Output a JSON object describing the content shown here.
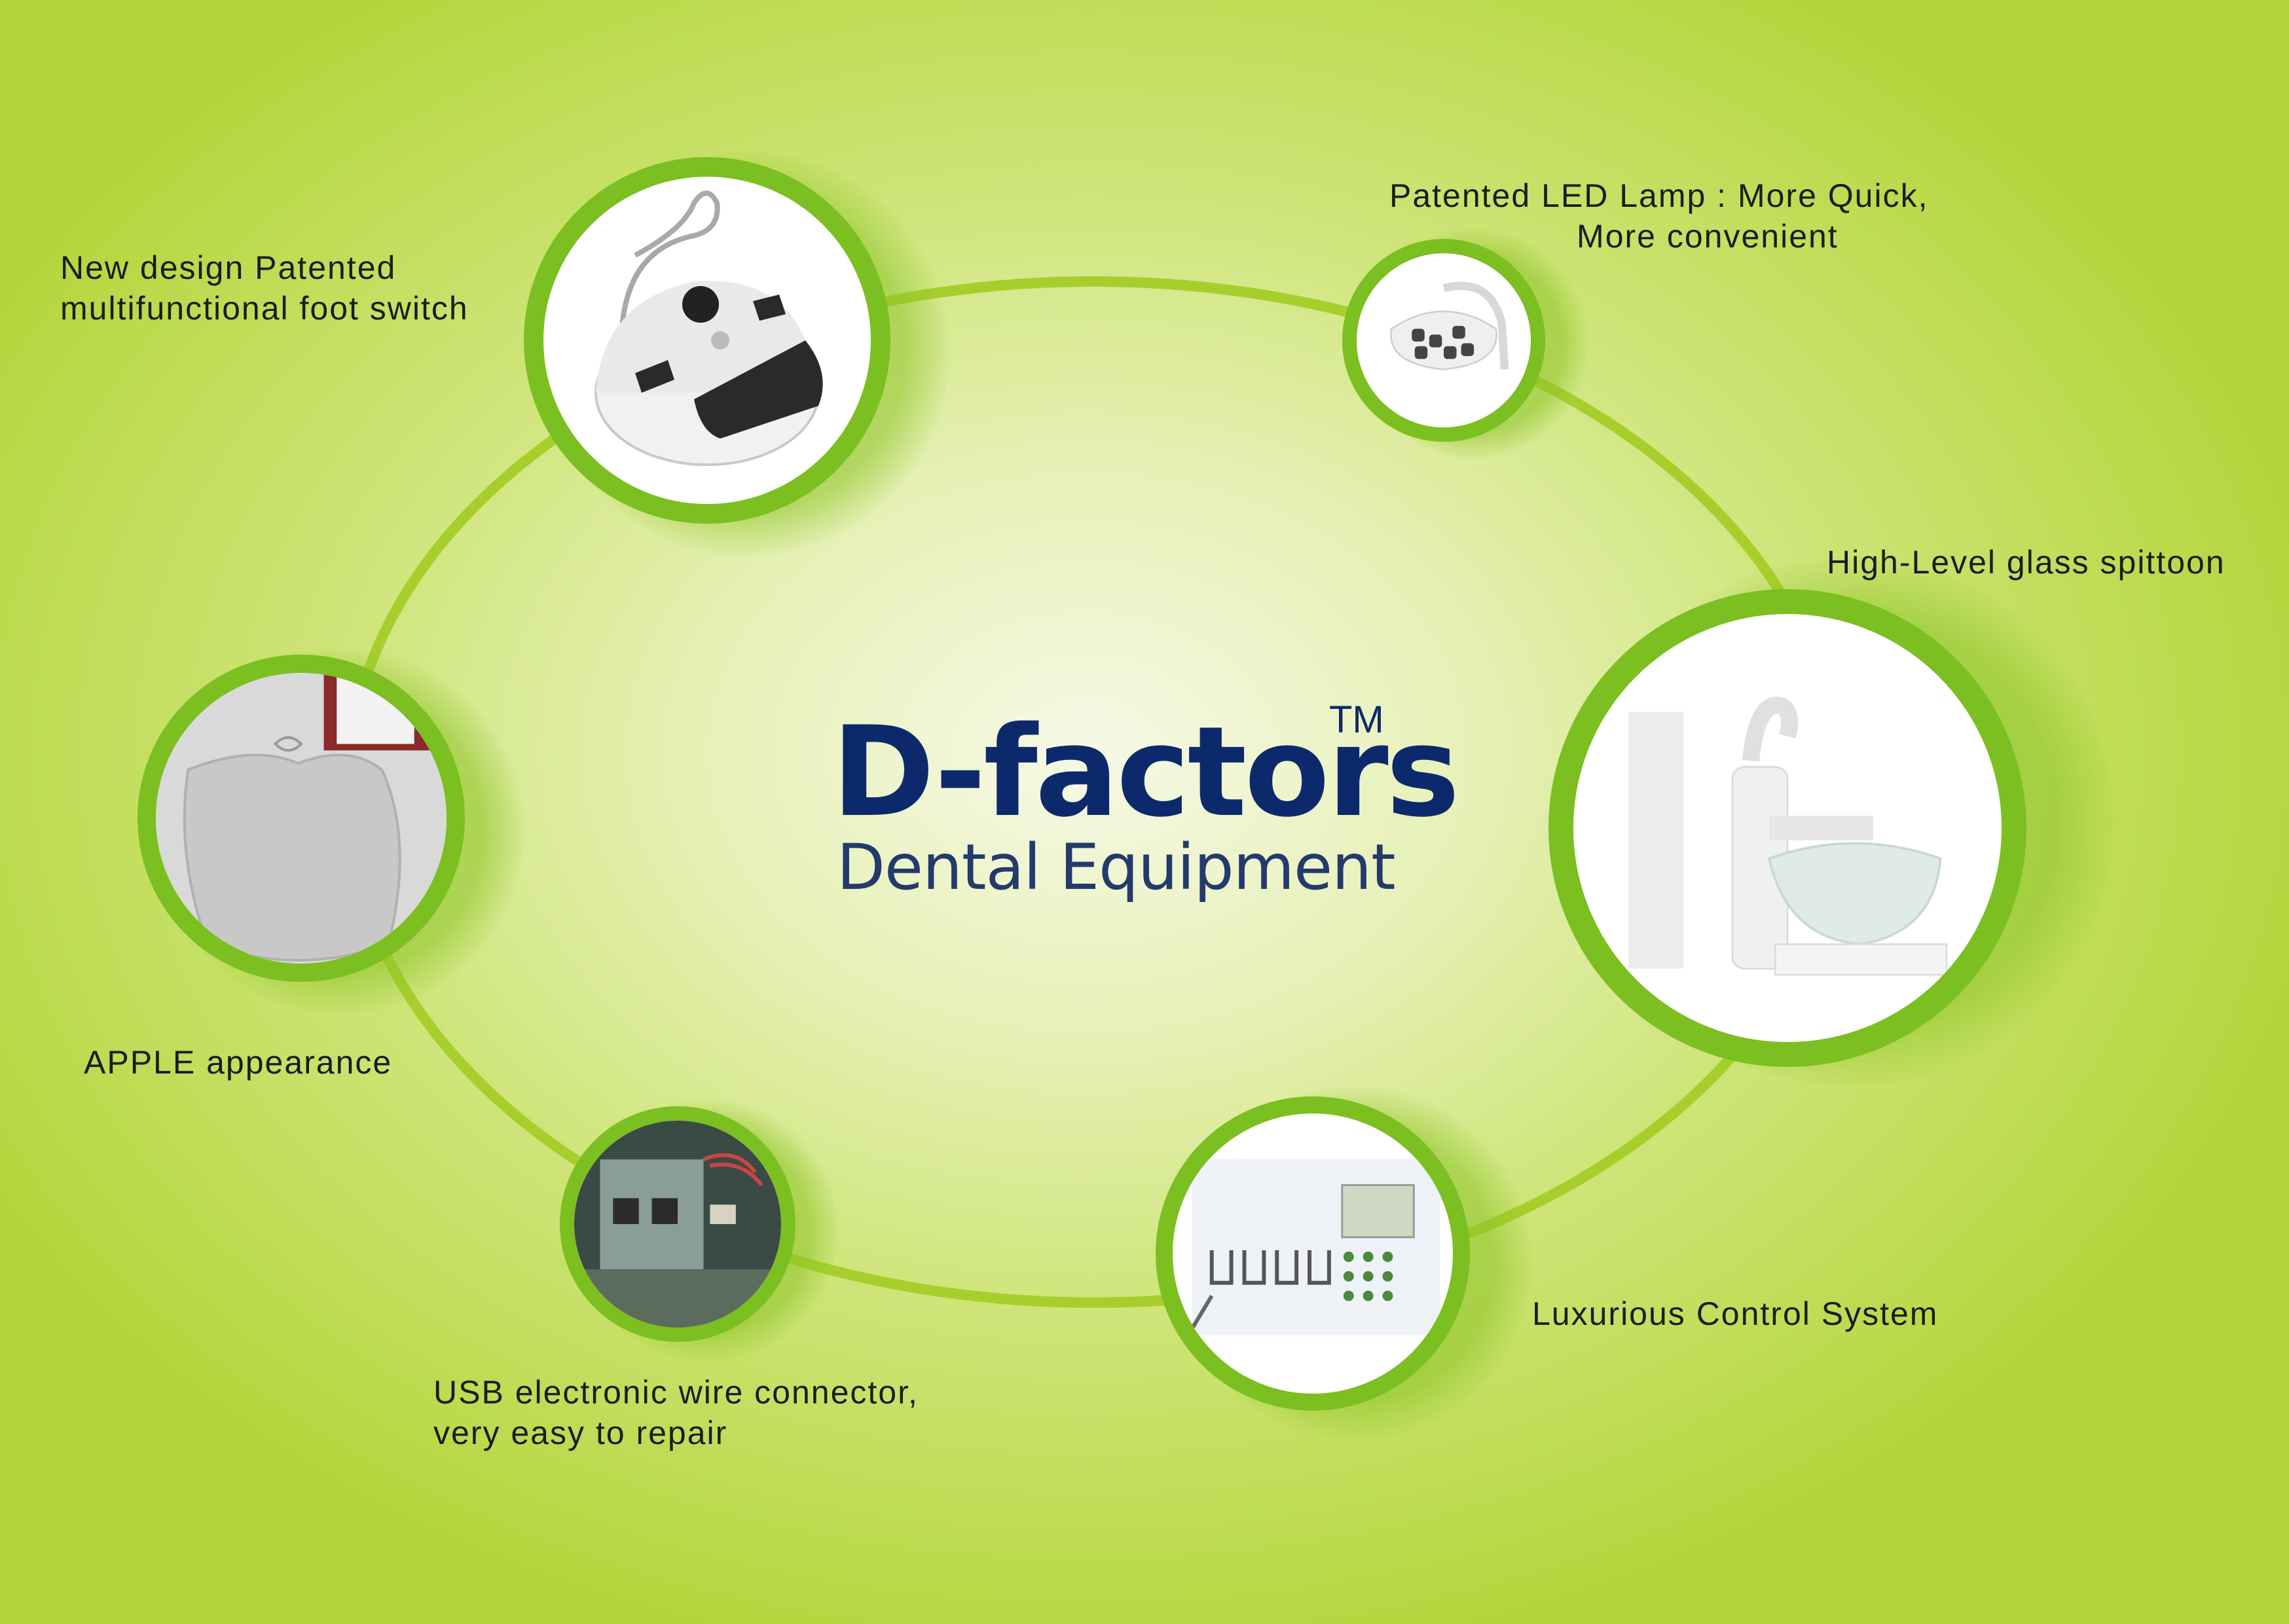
{
  "brand": {
    "name": "D-factors",
    "trademark": "TM",
    "tagline": "Dental Equipment",
    "color_primary": "#0c2a6b",
    "color_secondary": "#243a6c"
  },
  "accent_color": "#7cbf21",
  "features": [
    {
      "id": "foot-switch",
      "label": "New design Patented\nmultifunctional foot switch",
      "icon": "foot-switch-icon"
    },
    {
      "id": "led-lamp",
      "label": "Patented LED Lamp : More Quick,\n                  More convenient",
      "icon": "led-lamp-icon"
    },
    {
      "id": "spittoon",
      "label": "High-Level glass spittoon",
      "icon": "glass-spittoon-icon"
    },
    {
      "id": "apple",
      "label": "APPLE appearance",
      "icon": "apple-panel-icon"
    },
    {
      "id": "control",
      "label": "Luxurious Control System",
      "icon": "control-panel-icon"
    },
    {
      "id": "usb",
      "label": "USB electronic wire connector,\nvery easy to repair",
      "icon": "usb-connector-icon"
    }
  ]
}
